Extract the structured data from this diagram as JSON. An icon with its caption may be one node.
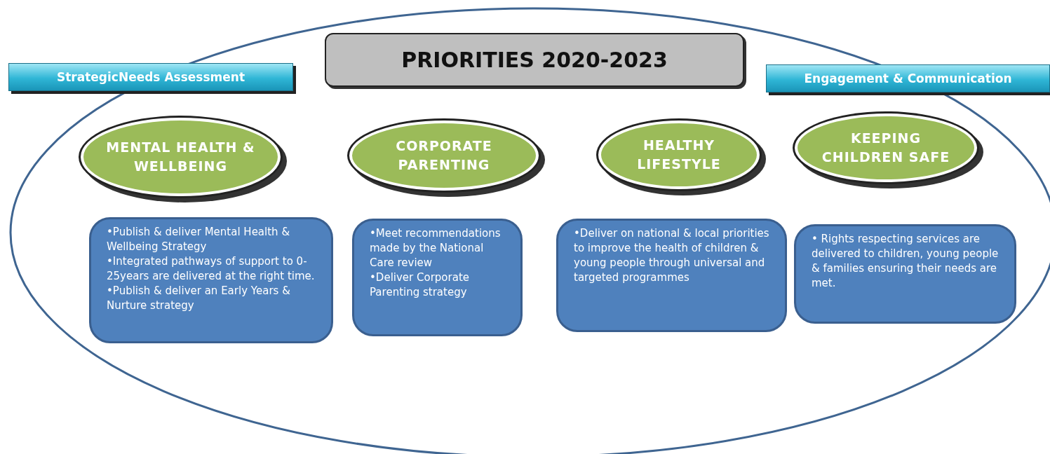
{
  "diagram": {
    "nodes": [
      {
        "text": [
          "StrategicNeeds Assessment"
        ]
      },
      {
        "text": [
          "PRIORITIES 2020-2023"
        ]
      },
      {
        "text": [
          "Engagement & Communication"
        ]
      },
      {
        "text": [
          "MENTAL HEALTH & WELLBEING"
        ]
      },
      {
        "text": [
          "CORPORATE PARENTING"
        ]
      },
      {
        "text": [
          "HEALTHY LIFESTYLE"
        ]
      },
      {
        "text": [
          "KEEPING CHILDREN SAFE"
        ]
      },
      {
        "text": [
          "•Publish & deliver Mental Health & Wellbeing Strategy",
          "•Integrated pathways of support to 0-25years are delivered at the right time.",
          "•Publish & deliver an Early Years & Nurture strategy"
        ]
      },
      {
        "text": [
          "•Meet recommendations made by the National Care review",
          "•Deliver Corporate Parenting strategy"
        ]
      },
      {
        "text": [
          "•Deliver on national & local priorities to improve the health of children & young people through universal and targeted programmes"
        ]
      },
      {
        "text": [
          "• Rights respecting services are delivered to children, young people & families ensuring their needs are met."
        ]
      }
    ],
    "edges": []
  }
}
